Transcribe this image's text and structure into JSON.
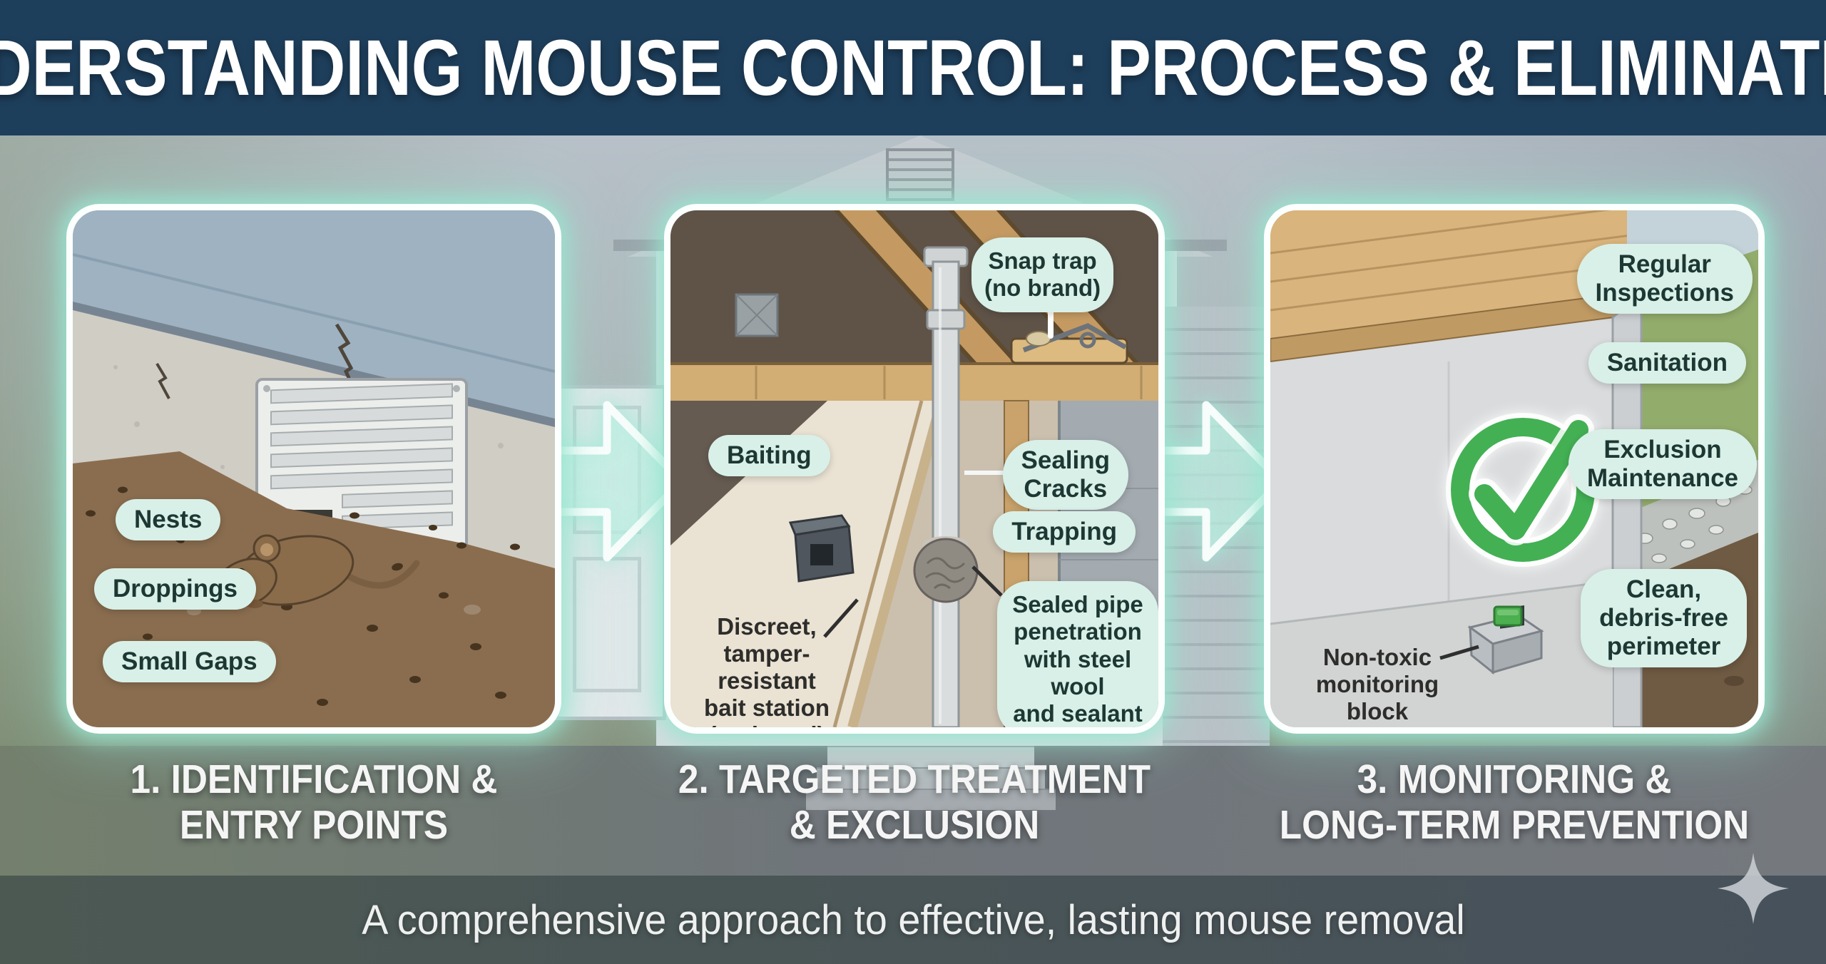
{
  "header": {
    "title": "UNDERSTANDING MOUSE CONTROL: PROCESS & ELIMINATION"
  },
  "steps": {
    "step1": {
      "caption": "1. IDENTIFICATION &\nENTRY POINTS",
      "labels": {
        "nests": "Nests",
        "droppings": "Droppings",
        "small_gaps": "Small Gaps"
      }
    },
    "step2": {
      "caption": "2. TARGETED TREATMENT\n& EXCLUSION",
      "labels": {
        "snap_trap": "Snap trap\n(no brand)",
        "baiting": "Baiting",
        "sealing_cracks": "Sealing\nCracks",
        "trapping": "Trapping",
        "bait_station": "Discreet,\ntamper-resistant\nbait station\n(no brand)",
        "sealed_pipe": "Sealed pipe\npenetration\nwith steel wool\nand sealant"
      }
    },
    "step3": {
      "caption": "3. MONITORING &\nLONG-TERM PREVENTION",
      "labels": {
        "regular_inspections": "Regular\nInspections",
        "sanitation": "Sanitation",
        "exclusion_maintenance": "Exclusion\nMaintenance",
        "clean_perimeter": "Clean,\ndebris-free\nperimeter",
        "monitoring_block": "Non-toxic\nmonitoring block\nin a station"
      }
    }
  },
  "footer": {
    "tagline": "A comprehensive approach to effective, lasting mouse removal"
  },
  "icons": {
    "arrow": "block-arrow-right",
    "check": "green-check-circle",
    "sparkle": "four-point-star"
  },
  "colors": {
    "header_bg": "#1e3f5c",
    "label_bg": "#d9f0e8",
    "label_text": "#1d3833",
    "check_green": "#43b054",
    "glow": "#99e5d0"
  }
}
